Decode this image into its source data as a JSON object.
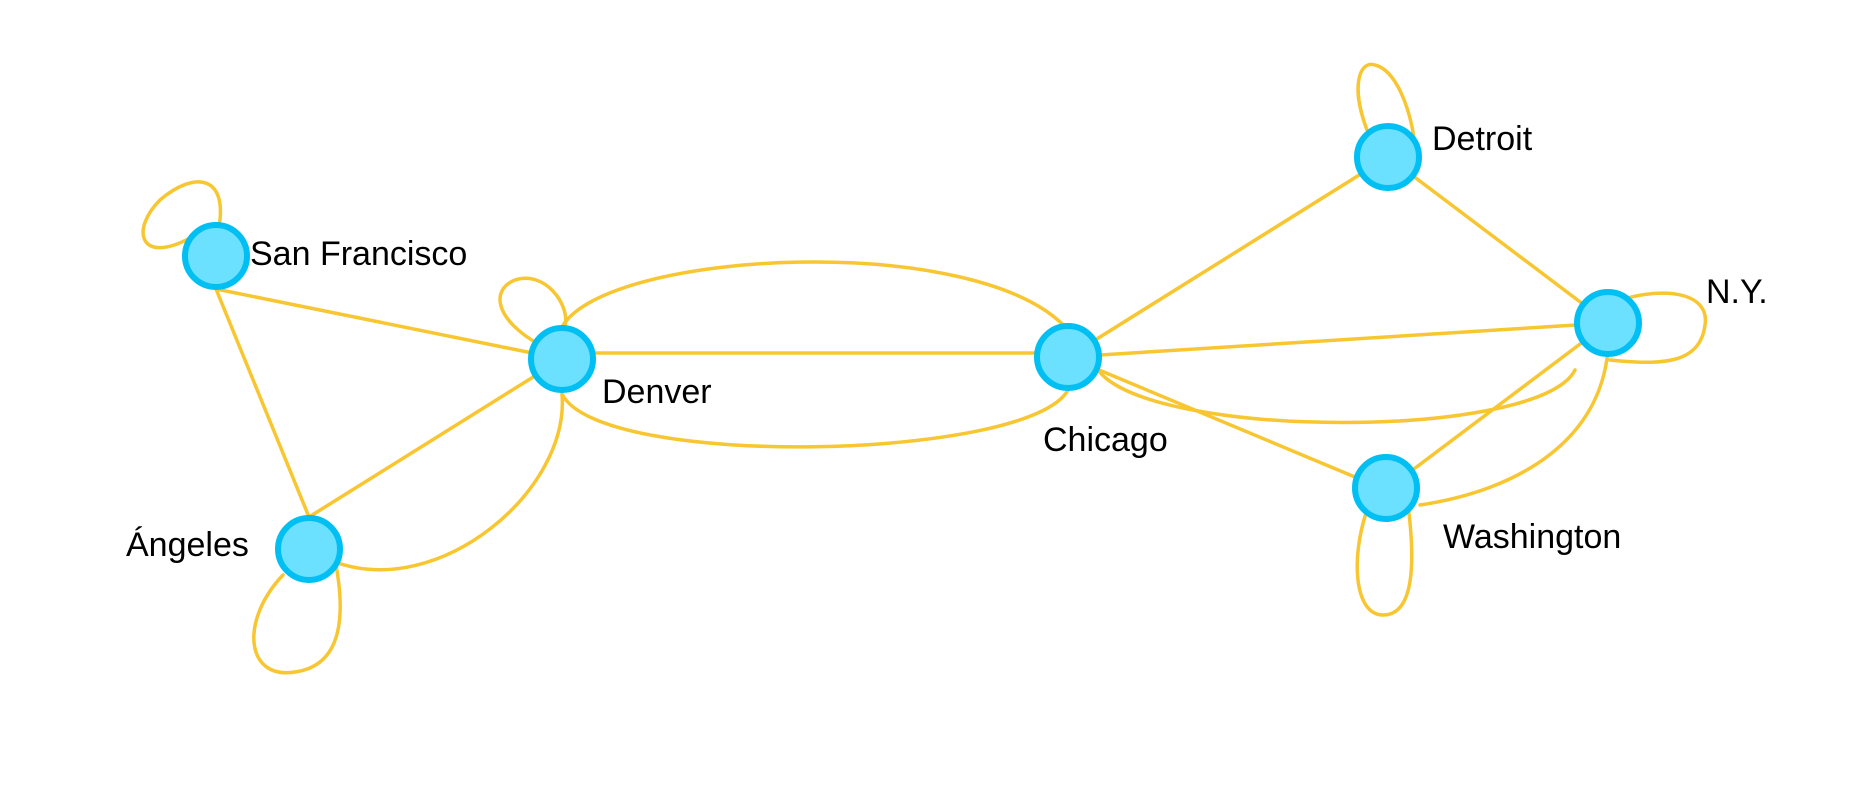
{
  "nodes": {
    "san_francisco": "San Francisco",
    "denver": "Denver",
    "angeles": "Ángeles",
    "chicago": "Chicago",
    "detroit": "Detroit",
    "ny": "N.Y.",
    "washington": "Washington"
  },
  "edges": [
    [
      "San Francisco",
      "San Francisco"
    ],
    [
      "San Francisco",
      "Denver"
    ],
    [
      "San Francisco",
      "Ángeles"
    ],
    [
      "Ángeles",
      "Ángeles"
    ],
    [
      "Ángeles",
      "Denver"
    ],
    [
      "Ángeles",
      "Denver"
    ],
    [
      "Denver",
      "Denver"
    ],
    [
      "Denver",
      "Chicago"
    ],
    [
      "Denver",
      "Chicago"
    ],
    [
      "Denver",
      "Chicago"
    ],
    [
      "Chicago",
      "Detroit"
    ],
    [
      "Chicago",
      "N.Y."
    ],
    [
      "Chicago",
      "N.Y."
    ],
    [
      "Chicago",
      "Washington"
    ],
    [
      "Detroit",
      "Detroit"
    ],
    [
      "Detroit",
      "N.Y."
    ],
    [
      "N.Y.",
      "N.Y."
    ],
    [
      "N.Y.",
      "Washington"
    ],
    [
      "N.Y.",
      "Washington"
    ],
    [
      "Washington",
      "Washington"
    ]
  ],
  "colors": {
    "edge": "#F8C630",
    "node_fill": "#6BE0FF",
    "node_stroke": "#00BFF3",
    "background": "#FFFFFF"
  }
}
